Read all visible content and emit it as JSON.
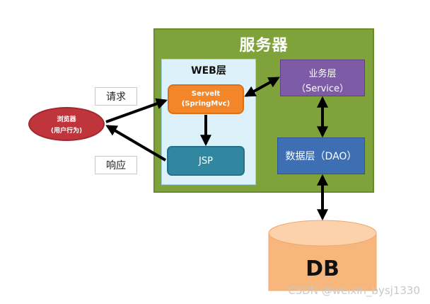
{
  "server": {
    "title": "服务器"
  },
  "web": {
    "title": "WEB层"
  },
  "servlet": {
    "line1": "Servelt",
    "line2": "(SpringMvc)"
  },
  "jsp": {
    "label": "JSP"
  },
  "business": {
    "line1": "业务层",
    "line2": "（Service）"
  },
  "dao": {
    "label": "数据层（DAO）"
  },
  "browser": {
    "line1": "浏览器",
    "line2": "(用户行为)"
  },
  "request": {
    "label": "请求"
  },
  "response": {
    "label": "响应"
  },
  "db": {
    "label": "DB"
  },
  "watermark": "CSDN @weixin_bysj1330",
  "colors": {
    "server": "#7fa33a",
    "web_layer": "#ddf1fb",
    "servlet": "#f4862a",
    "jsp": "#31879f",
    "business": "#7d5ba6",
    "dao": "#3f6fb3",
    "browser": "#c0343c",
    "db": "#f7b77c"
  }
}
